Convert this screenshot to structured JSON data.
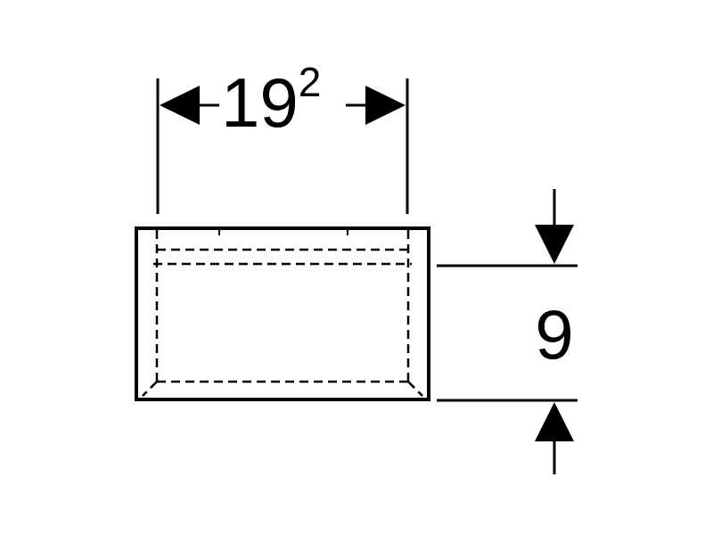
{
  "dimensions": {
    "width": {
      "base": "19",
      "superscript": "2"
    },
    "height": {
      "value": "9"
    }
  },
  "colors": {
    "ink": "#000000",
    "background": "#ffffff"
  }
}
